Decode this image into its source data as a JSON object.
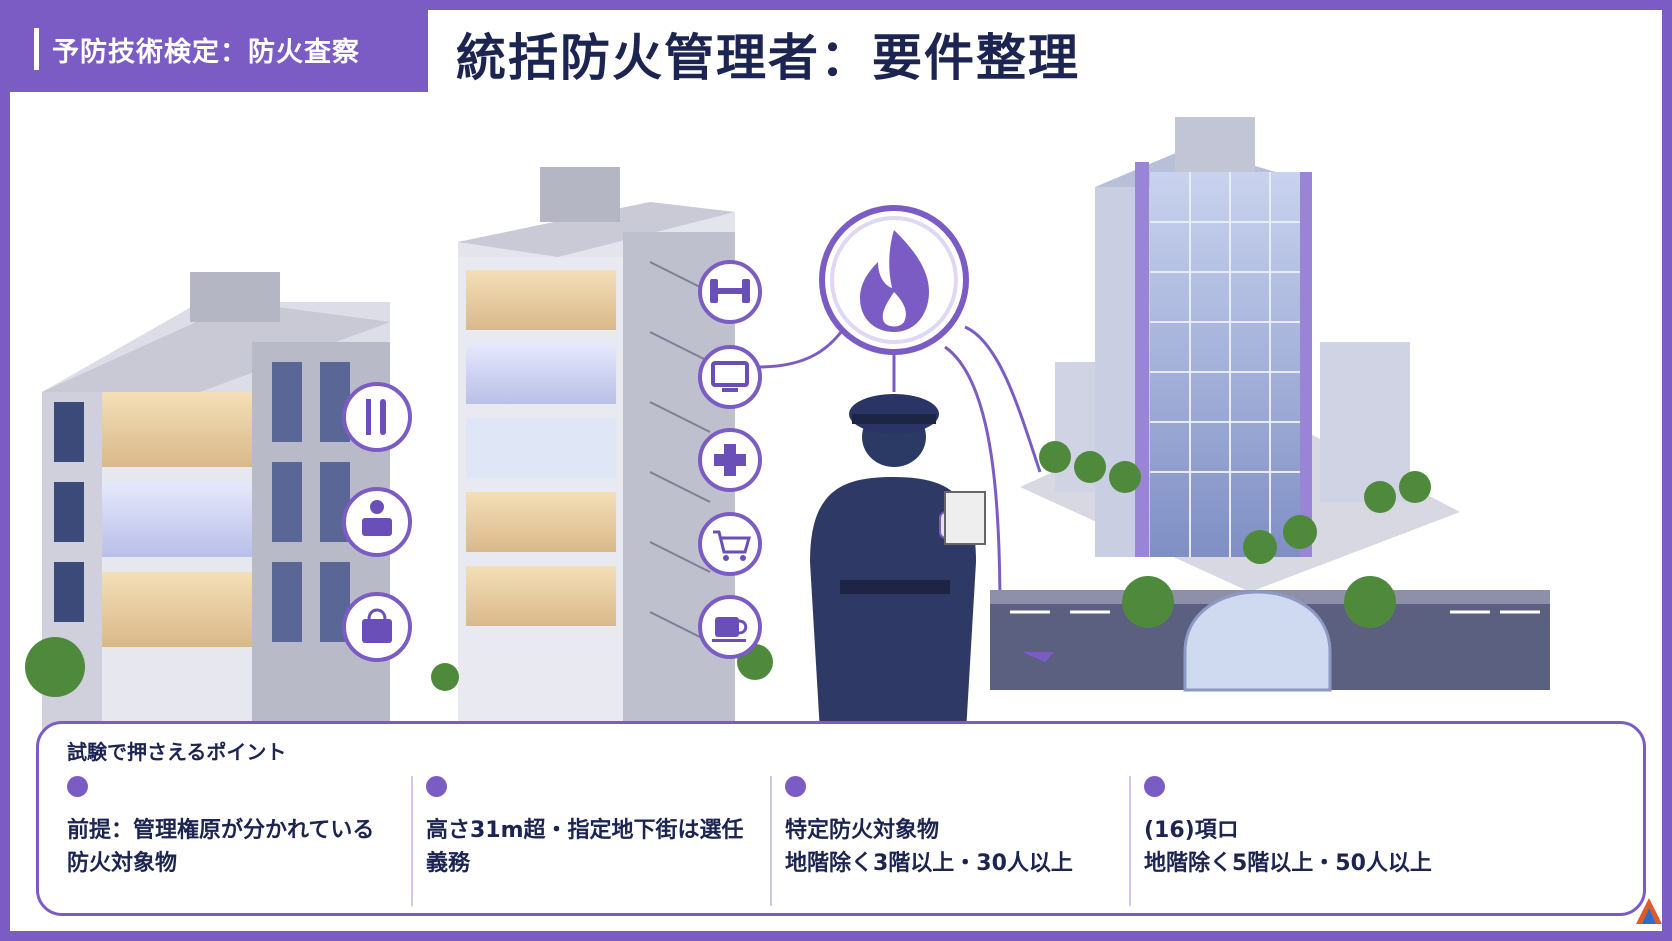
{
  "header": {
    "category": "予防技術検定：防火査察",
    "title": "統括防火管理者：要件整理"
  },
  "icons": [
    "restaurant-icon",
    "office-worker-icon",
    "shopping-bag-icon",
    "dumbbell-icon",
    "monitor-icon",
    "medical-cross-icon",
    "shopping-cart-icon",
    "coffee-cup-icon",
    "fire-icon"
  ],
  "colors": {
    "accent": "#7b5cc4",
    "navy": "#1c2452",
    "light_purple": "#e9e3f7"
  },
  "panel": {
    "title": "試験で押さえるポイント",
    "points": [
      {
        "text": "前提：管理権原が分かれている\n防火対象物"
      },
      {
        "text": "高さ31m超・指定地下街は選任\n義務"
      },
      {
        "text": "特定防火対象物\n地階除く3階以上・30人以上"
      },
      {
        "text": "(16)項ロ\n地階除く5階以上・50人以上"
      }
    ]
  }
}
